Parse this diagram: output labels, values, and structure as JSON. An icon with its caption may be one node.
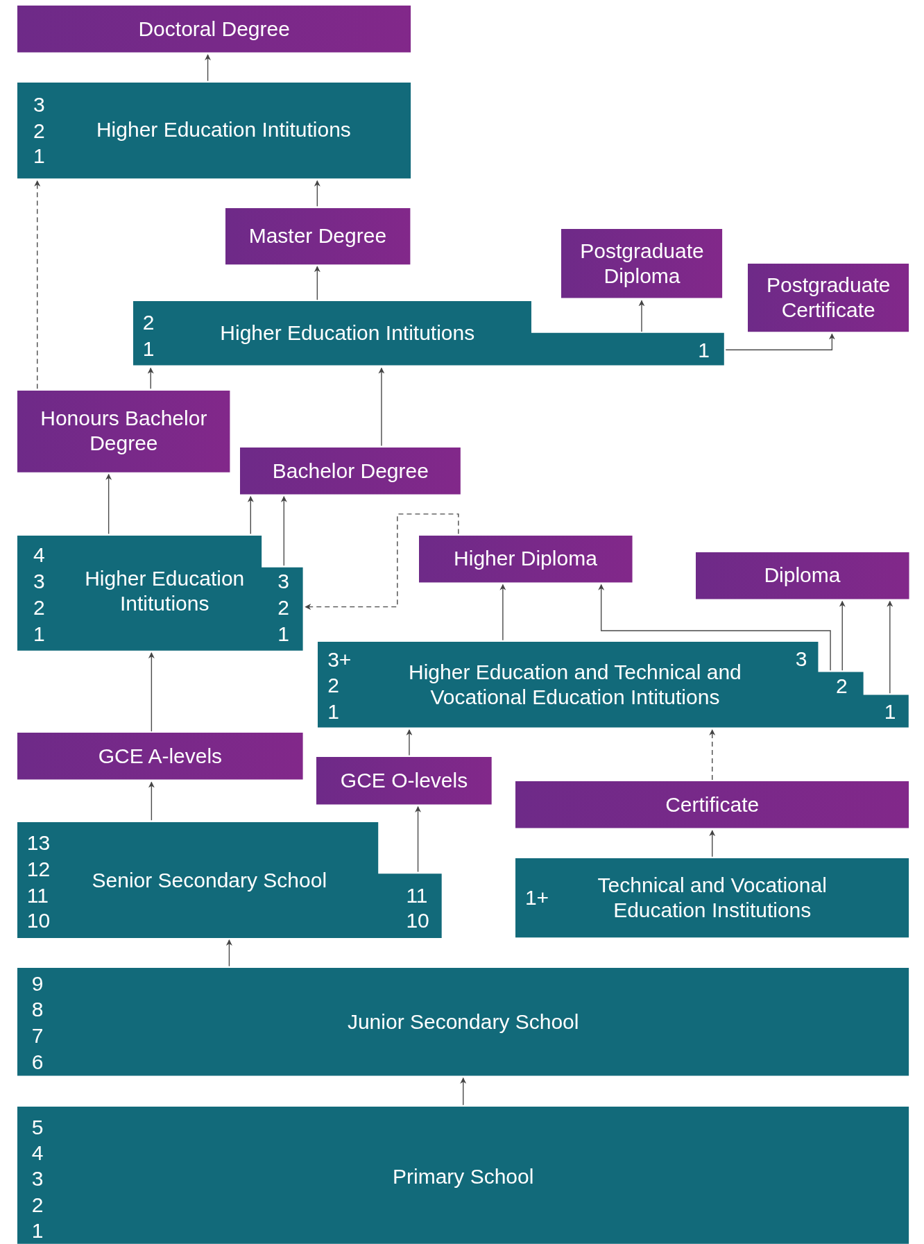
{
  "diagram": {
    "nodes": [
      {
        "text": [
          "Doctoral Degree"
        ]
      },
      {
        "text": [
          "3",
          "2",
          "1",
          "Higher Education Intitutions"
        ]
      },
      {
        "text": [
          "Master Degree"
        ]
      },
      {
        "text": [
          "Postgraduate Diploma"
        ]
      },
      {
        "text": [
          "Postgraduate Certificate"
        ]
      },
      {
        "text": [
          "2",
          "1",
          "Higher Education Intitutions",
          "1"
        ]
      },
      {
        "text": [
          "Honours Bachelor Degree"
        ]
      },
      {
        "text": [
          "Bachelor Degree"
        ]
      },
      {
        "text": [
          "4",
          "3",
          "2",
          "1",
          "Higher Education Intitutions",
          "3",
          "2",
          "1"
        ]
      },
      {
        "text": [
          "Higher Diploma"
        ]
      },
      {
        "text": [
          "Diploma"
        ]
      },
      {
        "text": [
          "3+",
          "2",
          "1",
          "Higher Education and Technical and Vocational Education Intitutions",
          "3",
          "2",
          "1"
        ]
      },
      {
        "text": [
          "GCE A-levels"
        ]
      },
      {
        "text": [
          "GCE O-levels"
        ]
      },
      {
        "text": [
          "Certificate"
        ]
      },
      {
        "text": [
          "13",
          "12",
          "11",
          "10",
          "Senior Secondary School",
          "11",
          "10"
        ]
      },
      {
        "text": [
          "1+",
          "Technical and Vocational Education Institutions"
        ]
      },
      {
        "text": [
          "9",
          "8",
          "7",
          "6",
          "Junior Secondary School"
        ]
      },
      {
        "text": [
          "5",
          "4",
          "3",
          "2",
          "1",
          "Primary School"
        ]
      }
    ],
    "edges": [
      {
        "from": 1,
        "to": 0,
        "arrow": "to"
      },
      {
        "from": 2,
        "to": 1,
        "arrow": "to"
      },
      {
        "from": 5,
        "to": 2,
        "arrow": "to"
      },
      {
        "from": 5,
        "to": 3,
        "arrow": "to"
      },
      {
        "from": 5,
        "to": 4,
        "arrow": "to"
      },
      {
        "from": 6,
        "to": 1,
        "arrow": "to",
        "style": "dashed"
      },
      {
        "from": 6,
        "to": 5,
        "arrow": "to"
      },
      {
        "from": 7,
        "to": 5,
        "arrow": "to"
      },
      {
        "from": 8,
        "to": 6,
        "arrow": "to"
      },
      {
        "from": 8,
        "to": 7,
        "arrow": "to"
      },
      {
        "from": 8,
        "to": 7,
        "arrow": "to"
      },
      {
        "from": 9,
        "to": 8,
        "arrow": "to",
        "style": "dashed"
      },
      {
        "from": 11,
        "to": 9,
        "arrow": "to"
      },
      {
        "from": 11,
        "to": 9,
        "arrow": "to"
      },
      {
        "from": 11,
        "to": 10,
        "arrow": "to"
      },
      {
        "from": 11,
        "to": 10,
        "arrow": "to"
      },
      {
        "from": 12,
        "to": 8,
        "arrow": "to"
      },
      {
        "from": 13,
        "to": 11,
        "arrow": "to"
      },
      {
        "from": 14,
        "to": 11,
        "arrow": "to",
        "style": "dashed"
      },
      {
        "from": 15,
        "to": 12,
        "arrow": "to"
      },
      {
        "from": 15,
        "to": 13,
        "arrow": "to"
      },
      {
        "from": 16,
        "to": 14,
        "arrow": "to"
      },
      {
        "from": 17,
        "to": 15,
        "arrow": "to"
      },
      {
        "from": 18,
        "to": 17,
        "arrow": "to"
      }
    ]
  }
}
